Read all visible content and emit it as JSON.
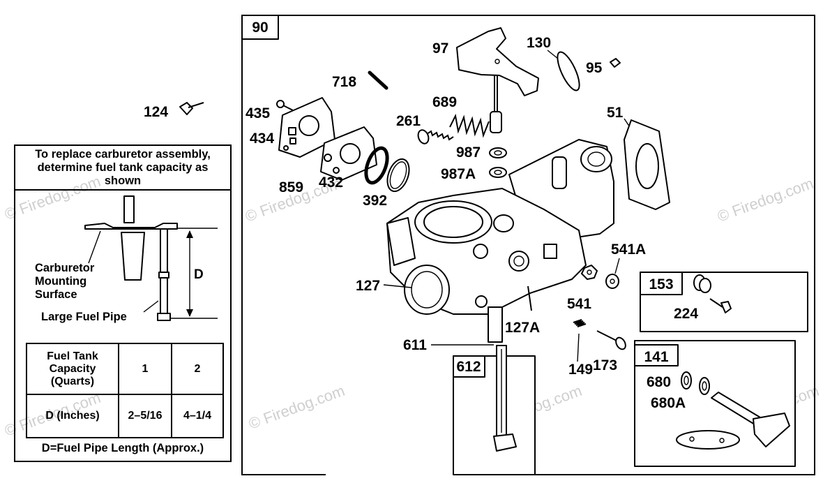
{
  "watermark": "© Firedog.com",
  "main_box": {
    "ref": "90"
  },
  "parts": {
    "p124": "124",
    "p97": "97",
    "p130": "130",
    "p95": "95",
    "p718": "718",
    "p435": "435",
    "p434": "434",
    "p689": "689",
    "p261": "261",
    "p51": "51",
    "p987": "987",
    "p987a": "987A",
    "p859": "859",
    "p432": "432",
    "p392": "392",
    "p541a": "541A",
    "p127": "127",
    "p541": "541",
    "p127a": "127A",
    "p611": "611",
    "p149": "149",
    "p173": "173"
  },
  "sub_boxes": {
    "b153": {
      "ref": "153",
      "items": [
        "224"
      ]
    },
    "b612": {
      "ref": "612"
    },
    "b141": {
      "ref": "141",
      "items": [
        "680",
        "680A"
      ]
    }
  },
  "info_panel": {
    "heading": "To replace carburetor assembly, determine fuel tank capacity as shown",
    "label_surface": "Carburetor Mounting Surface",
    "label_pipe": "Large Fuel Pipe",
    "dim_label": "D",
    "table": {
      "header": {
        "label": "Fuel Tank Capacity (Quarts)",
        "c1": "1",
        "c2": "2"
      },
      "row": {
        "label": "D (Inches)",
        "c1": "2–5/16",
        "c2": "4–1/4"
      }
    },
    "footnote": "D=Fuel Pipe Length (Approx.)"
  }
}
